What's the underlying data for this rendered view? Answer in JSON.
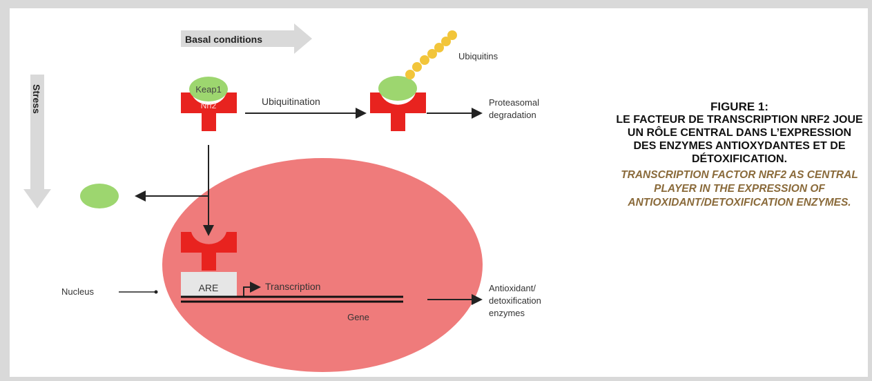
{
  "diagram": {
    "basal_conditions": "Basal conditions",
    "stress": "Stress",
    "keap1": "Keap1",
    "nrf2": "Nrf2",
    "ubiquitination": "Ubiquitination",
    "ubiquitins": "Ubiquitins",
    "proteasomal_line1": "Proteasomal",
    "proteasomal_line2": "degradation",
    "nucleus": "Nucleus",
    "are": "ARE",
    "transcription": "Transcription",
    "gene": "Gene",
    "enzymes_line1": "Antioxidant/",
    "enzymes_line2": "detoxification",
    "enzymes_line3": "enzymes",
    "colors": {
      "nrf2_red": "#e8231f",
      "keap1_green": "#9dd66f",
      "nucleus_pink": "#ef7b7b",
      "ubiquitin_gold": "#f2c53a",
      "arrow_gray": "#d9d9d9"
    }
  },
  "caption": {
    "heading": "FIGURE 1:",
    "french": "LE FACTEUR DE TRANSCRIPTION NRF2 JOUE UN RÔLE CENTRAL DANS L’EXPRESSION DES ENZYMES ANTIOXYDANTES ET DE DÉTOXIFICATION.",
    "english": "TRANSCRIPTION FACTOR NRF2 AS CENTRAL PLAYER IN THE EXPRESSION OF ANTIOXIDANT/DETOXIFICATION ENZYMES."
  }
}
